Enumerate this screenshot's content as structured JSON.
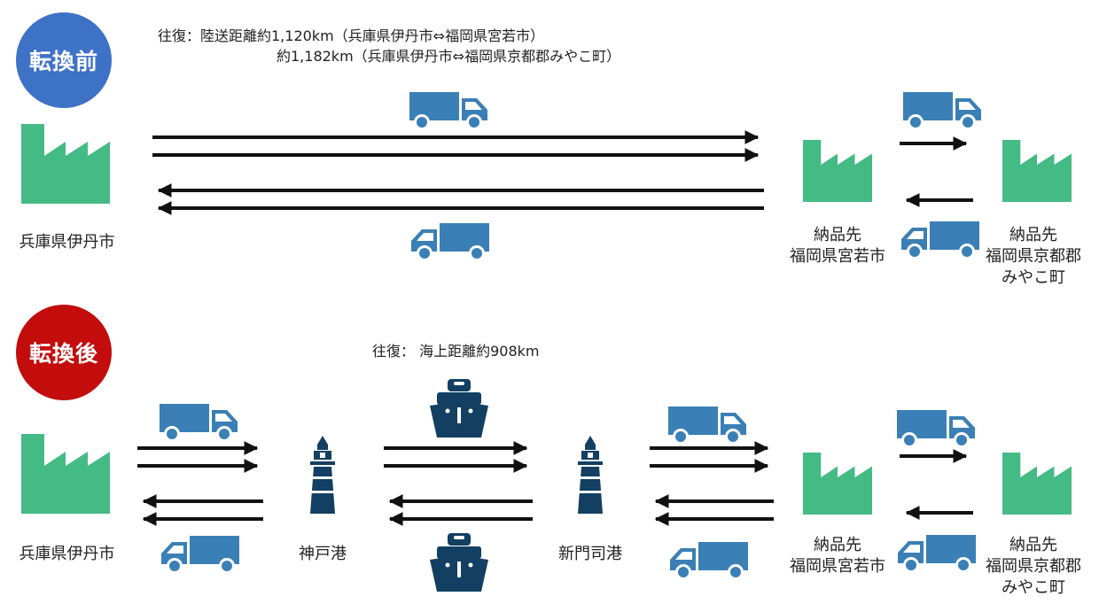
{
  "colors": {
    "truck": "#3a7fb5",
    "factory": "#44bb84",
    "ship": "#123f62",
    "lighthouse": "#123f62",
    "before": "#3e72c7",
    "after": "#c30d0d",
    "arrow": "#111111"
  },
  "icons": {
    "truck": "truck-icon",
    "factory": "factory-icon",
    "ship": "ship-icon",
    "lighthouse": "lighthouse-icon"
  },
  "before": {
    "badge": "転換前",
    "note_line1": "往復：陸送距離約1,120km（兵庫県伊丹市⇔福岡県宮若市）",
    "note_line2": "約1,182km（兵庫県伊丹市⇔福岡県京都郡みやこ町）",
    "origin": "兵庫県伊丹市",
    "dest1": [
      "納品先",
      "福岡県宮若市"
    ],
    "dest2": [
      "納品先",
      "福岡県京都郡",
      "みやこ町"
    ]
  },
  "after": {
    "badge": "転換後",
    "note": "往復： 海上距離約908km",
    "origin": "兵庫県伊丹市",
    "port1": "神戸港",
    "port2": "新門司港",
    "dest1": [
      "納品先",
      "福岡県宮若市"
    ],
    "dest2": [
      "納品先",
      "福岡県京都郡",
      "みやこ町"
    ]
  }
}
